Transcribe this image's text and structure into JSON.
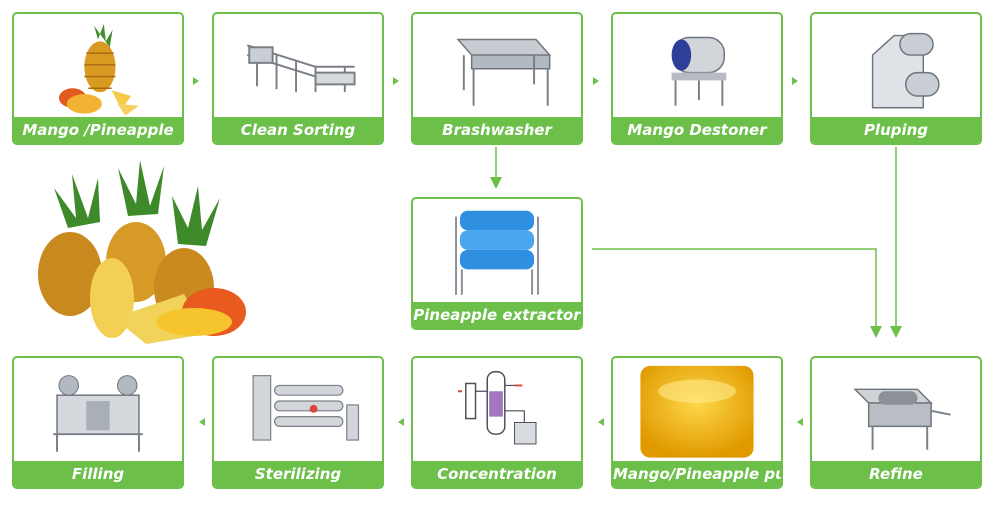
{
  "steps": {
    "mango_pineapple": "Mango /Pineapple",
    "clean_sorting": "Clean Sorting",
    "brashwasher": "Brashwasher",
    "mango_destoner": "Mango Destoner",
    "pluping": "Pluping",
    "pineapple_extractor": "Pineapple extractor",
    "refine": "Refine",
    "pulp": "Mango/Pineapple pulp",
    "concentration": "Concentration",
    "sterilizing": "Sterilizing",
    "filling": "Filling"
  },
  "colors": {
    "accent": "#6cc04a"
  }
}
